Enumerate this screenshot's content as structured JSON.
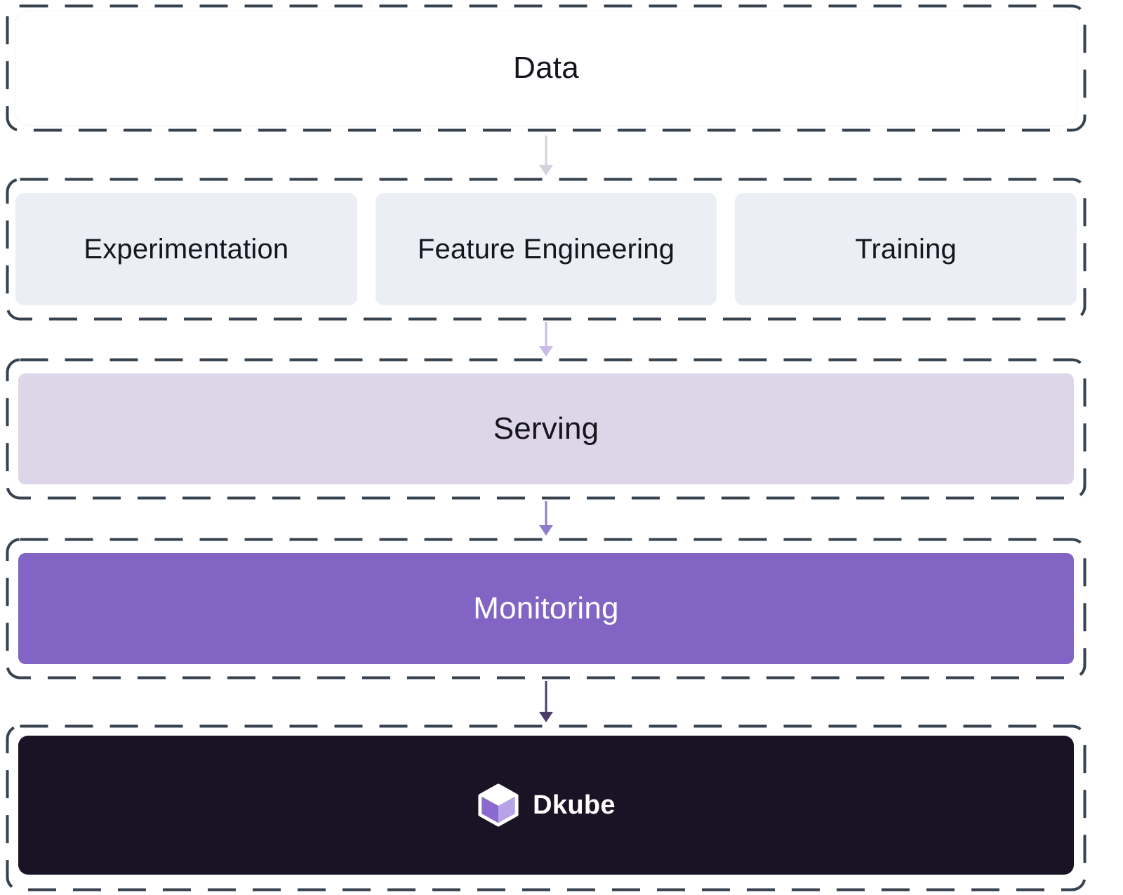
{
  "diagram": {
    "description": "ML pipeline flow diagram ending at Dkube platform",
    "nodes": {
      "data": {
        "label": "Data"
      },
      "stages": [
        {
          "id": "experimentation",
          "label": "Experimentation"
        },
        {
          "id": "feature_engineering",
          "label": "Feature Engineering"
        },
        {
          "id": "training",
          "label": "Training"
        }
      ],
      "serving": {
        "label": "Serving"
      },
      "monitoring": {
        "label": "Monitoring"
      },
      "platform": {
        "label": "Dkube"
      }
    },
    "edges": [
      {
        "from": "Data",
        "to": "Experimentation / Feature Engineering / Training"
      },
      {
        "from": "Experimentation / Feature Engineering / Training",
        "to": "Serving"
      },
      {
        "from": "Serving",
        "to": "Monitoring"
      },
      {
        "from": "Monitoring",
        "to": "Dkube"
      }
    ],
    "colors": {
      "dashed_border": "#36424e",
      "data_fill": "#ffffff",
      "stage_fill": "#eceef5",
      "serving_fill": "#ddd6e8",
      "monitoring_fill": "#8164c3",
      "dkube_fill": "#1a1326",
      "text_dark": "#15151e",
      "text_light": "#ffffff",
      "arrow_1": "#d2d2de",
      "arrow_2": "#cabce6",
      "arrow_3": "#8f7bce",
      "arrow_4": "#4a3e68",
      "logo_left_face": "#8a6ad1",
      "logo_right_face": "#b7a4e8",
      "logo_top_face": "#ffffff"
    }
  }
}
